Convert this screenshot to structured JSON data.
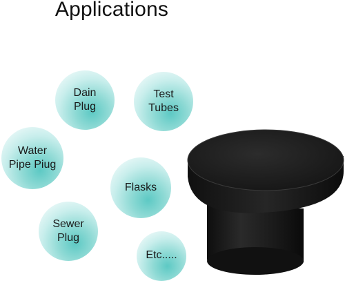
{
  "title": "Applications",
  "applications": [
    {
      "line1": "Dain",
      "line2": "Plug"
    },
    {
      "line1": "Test",
      "line2": "Tubes"
    },
    {
      "line1": "Water",
      "line2": "Pipe Piug"
    },
    {
      "line1": "Flasks",
      "line2": ""
    },
    {
      "line1": "Sewer",
      "line2": "Plug"
    },
    {
      "line1": "Etc.....",
      "line2": ""
    }
  ],
  "colors": {
    "bubble_teal": "#5dc9c4",
    "plug_black": "#1c1c1c"
  }
}
